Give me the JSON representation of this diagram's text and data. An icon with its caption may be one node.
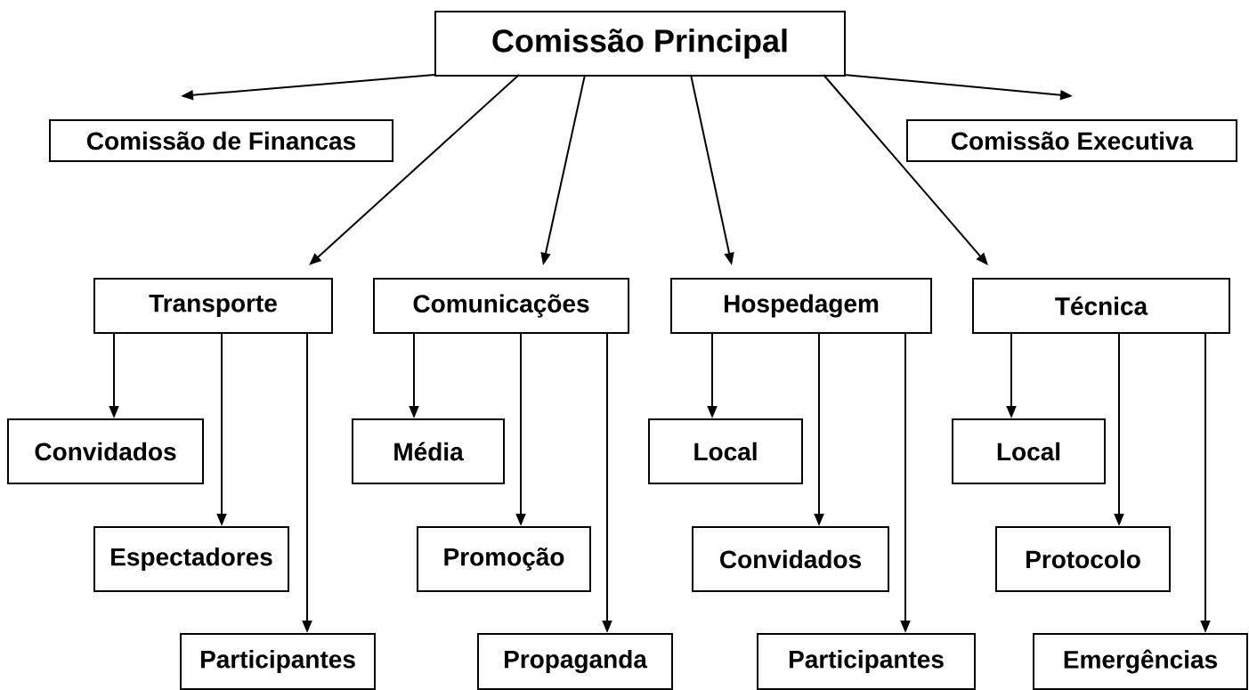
{
  "diagram": {
    "nodes": [
      {
        "text": [
          "Comissão Principal"
        ]
      },
      {
        "text": [
          "Comissão de Financas"
        ]
      },
      {
        "text": [
          "Comissão Executiva"
        ]
      },
      {
        "text": [
          "Transporte"
        ]
      },
      {
        "text": [
          "Comunicações"
        ]
      },
      {
        "text": [
          "Hospedagem"
        ]
      },
      {
        "text": [
          "Técnica"
        ]
      },
      {
        "text": [
          "Convidados"
        ]
      },
      {
        "text": [
          "Média"
        ]
      },
      {
        "text": [
          "Local"
        ]
      },
      {
        "text": [
          "Local"
        ]
      },
      {
        "text": [
          "Espectadores"
        ]
      },
      {
        "text": [
          "Promoção"
        ]
      },
      {
        "text": [
          "Convidados"
        ]
      },
      {
        "text": [
          "Protocolo"
        ]
      },
      {
        "text": [
          "Participantes"
        ]
      },
      {
        "text": [
          "Propaganda"
        ]
      },
      {
        "text": [
          "Participantes"
        ]
      },
      {
        "text": [
          "Emergências"
        ]
      }
    ],
    "edges": [
      {
        "from": 0,
        "to": 1,
        "arrow": "to"
      },
      {
        "from": 0,
        "to": 2,
        "arrow": "to"
      },
      {
        "from": 0,
        "to": 3,
        "arrow": "to"
      },
      {
        "from": 0,
        "to": 4,
        "arrow": "to"
      },
      {
        "from": 0,
        "to": 5,
        "arrow": "to"
      },
      {
        "from": 0,
        "to": 6,
        "arrow": "to"
      },
      {
        "from": 3,
        "to": 7,
        "arrow": "to"
      },
      {
        "from": 3,
        "to": 11,
        "arrow": "to"
      },
      {
        "from": 3,
        "to": 15,
        "arrow": "to"
      },
      {
        "from": 4,
        "to": 8,
        "arrow": "to"
      },
      {
        "from": 4,
        "to": 12,
        "arrow": "to"
      },
      {
        "from": 4,
        "to": 16,
        "arrow": "to"
      },
      {
        "from": 5,
        "to": 9,
        "arrow": "to"
      },
      {
        "from": 5,
        "to": 13,
        "arrow": "to"
      },
      {
        "from": 5,
        "to": 17,
        "arrow": "to"
      },
      {
        "from": 6,
        "to": 10,
        "arrow": "to"
      },
      {
        "from": 6,
        "to": 14,
        "arrow": "to"
      },
      {
        "from": 6,
        "to": 18,
        "arrow": "to"
      }
    ]
  }
}
